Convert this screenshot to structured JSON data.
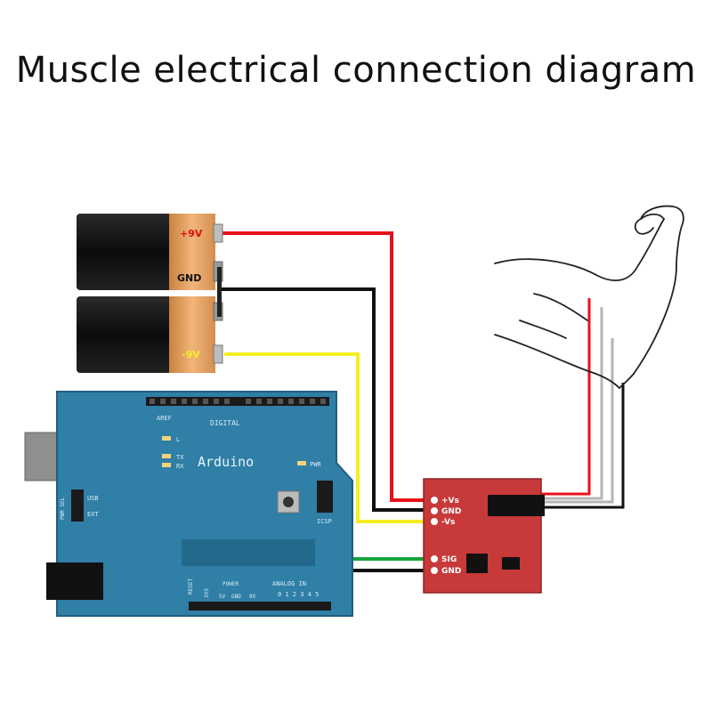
{
  "title": "Muscle electrical connection diagram",
  "battery_top": {
    "positive_label": "+9V",
    "gnd_label": "GND"
  },
  "battery_bottom": {
    "negative_label": "-9V"
  },
  "arduino": {
    "name": "Arduino",
    "digital_label": "DIGITAL",
    "analog_label": "ANALOG IN",
    "power_label": "POWER",
    "icsp_label": "ICSP",
    "pwr_label": "PWR",
    "tx_label": "TX",
    "rx_label": "RX",
    "l_label": "L",
    "usb_label": "USB",
    "ext_label": "EXT",
    "pwr_sel_label": "PWR SEL",
    "reset_label": "RESET",
    "pin_3v3": "3V3",
    "pin_5v": "5V",
    "pin_gnd": "GND",
    "pin_9v": "9V",
    "analog_pins": "0 1 2 3 4 5",
    "aref_label": "AREF"
  },
  "sensor": {
    "vs_plus": "+Vs",
    "gnd_top": "GND",
    "vs_minus": "-Vs",
    "sig": "SIG",
    "gnd_bottom": "GND"
  },
  "colors": {
    "red_wire": "#e8101a",
    "black_wire": "#111111",
    "yellow_wire": "#f4ee22",
    "green_wire": "#15a33a",
    "gray_wire": "#b5b5b5",
    "board": "#2f7fa6",
    "sensor_board": "#c8393a"
  }
}
